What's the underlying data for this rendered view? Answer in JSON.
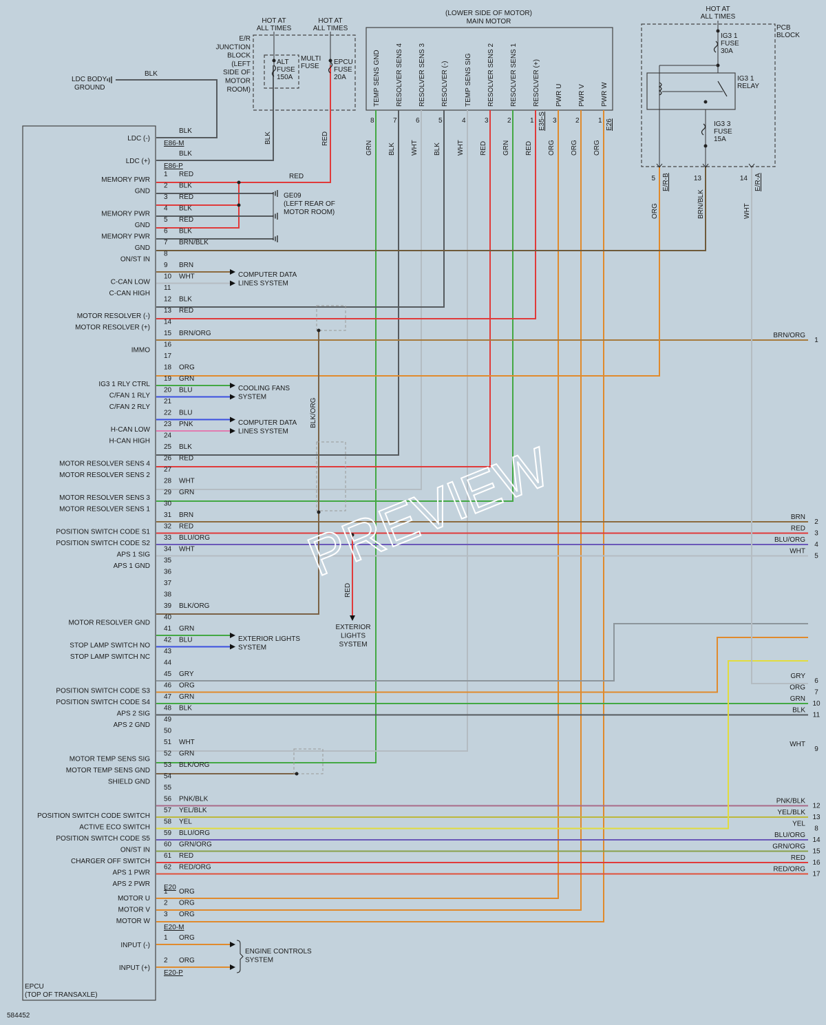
{
  "diagram_id": "584452",
  "watermark": "PREVIEW",
  "epcu": {
    "title": "EPCU",
    "subtitle": "(TOP OF TRANSAXLE)"
  },
  "ldc": {
    "body_ground_line1": "LDC BODY",
    "body_ground_line2": "GROUND",
    "minus_label": "LDC (-)",
    "plus_label": "LDC (+)",
    "minus_connector": "E86-M",
    "plus_connector": "E86-P",
    "minus_wire": "BLK",
    "plus_wire": "BLK",
    "ground_wire": "BLK",
    "vertical_wire": "BLK"
  },
  "hot_labels": {
    "hot1": "HOT AT",
    "all1": "ALL TIMES",
    "hot2": "HOT AT",
    "all2": "ALL TIMES",
    "hot3": "HOT AT",
    "all3": "ALL TIMES"
  },
  "junction_block": [
    "E/R",
    "JUNCTION",
    "BLOCK",
    "(LEFT",
    "SIDE OF",
    "MOTOR",
    "ROOM)"
  ],
  "fuses": {
    "alt": [
      "ALT",
      "FUSE",
      "150A"
    ],
    "multi": [
      "MULTI",
      "FUSE"
    ],
    "epcu": [
      "EPCU",
      "FUSE",
      "20A"
    ],
    "ig31": [
      "IG3 1",
      "FUSE",
      "30A"
    ],
    "ig33": [
      "IG3 3",
      "FUSE",
      "15A"
    ],
    "relay": [
      "IG3 1",
      "RELAY"
    ]
  },
  "pcb_block": [
    "PCB",
    "BLOCK"
  ],
  "epcu_fuse_wire": "RED",
  "ground_ge09": [
    "GE09",
    "(LEFT REAR OF",
    "MOTOR ROOM)"
  ],
  "main_motor": {
    "title1": "(LOWER SIDE OF MOTOR)",
    "title2": "MAIN MOTOR",
    "pins": [
      {
        "name": "TEMP SENS GND",
        "pin": "8",
        "wire": "GRN"
      },
      {
        "name": "RESOLVER SENS 4",
        "pin": "7",
        "wire": "BLK"
      },
      {
        "name": "RESOLVER SENS 3",
        "pin": "6",
        "wire": "WHT"
      },
      {
        "name": "RESOLVER (-)",
        "pin": "5",
        "wire": "BLK"
      },
      {
        "name": "TEMP SENS SIG",
        "pin": "4",
        "wire": "WHT"
      },
      {
        "name": "RESOLVER SENS 2",
        "pin": "3",
        "wire": "RED"
      },
      {
        "name": "RESOLVER SENS 1",
        "pin": "2",
        "wire": "GRN"
      },
      {
        "name": "RESOLVER (+)",
        "pin": "1",
        "wire": "RED"
      },
      {
        "name": "PWR U",
        "pin": "3",
        "wire": "ORG"
      },
      {
        "name": "PWR V",
        "pin": "2",
        "wire": "ORG"
      },
      {
        "name": "PWR W",
        "pin": "1",
        "wire": "ORG"
      }
    ],
    "connector_signal": "E35-S",
    "connector_power": "E26"
  },
  "pcb_pins": [
    {
      "pin": "5",
      "connector": "E/R-B",
      "wire": "ORG"
    },
    {
      "pin": "13",
      "connector": "",
      "wire": "BRN/BLK"
    },
    {
      "pin": "14",
      "connector": "E/R-A",
      "wire": "WHT"
    }
  ],
  "blk_org_vertical": "BLK/ORG",
  "red_vertical": "RED",
  "exterior_lights_dest": [
    "EXTERIOR",
    "LIGHTS",
    "SYSTEM"
  ],
  "e20_pins": [
    {
      "pin": "1",
      "label": "MEMORY PWR",
      "wire": "RED"
    },
    {
      "pin": "2",
      "label": "GND",
      "wire": "BLK"
    },
    {
      "pin": "3",
      "label": "",
      "wire": "RED"
    },
    {
      "pin": "4",
      "label": "MEMORY PWR",
      "wire": "BLK"
    },
    {
      "pin": "5",
      "label": "GND",
      "wire": "RED"
    },
    {
      "pin": "6",
      "label": "MEMORY PWR",
      "wire": "BLK"
    },
    {
      "pin": "7",
      "label": "GND",
      "wire": "BRN/BLK"
    },
    {
      "pin": "8",
      "label": "ON/ST IN",
      "wire": ""
    },
    {
      "pin": "9",
      "label": "",
      "wire": "BRN"
    },
    {
      "pin": "10",
      "label": "C-CAN LOW",
      "wire": "WHT"
    },
    {
      "pin": "11",
      "label": "C-CAN HIGH",
      "wire": ""
    },
    {
      "pin": "12",
      "label": "",
      "wire": "BLK"
    },
    {
      "pin": "13",
      "label": "MOTOR RESOLVER (-)",
      "wire": "RED"
    },
    {
      "pin": "14",
      "label": "MOTOR RESOLVER (+)",
      "wire": ""
    },
    {
      "pin": "15",
      "label": "",
      "wire": "BRN/ORG"
    },
    {
      "pin": "16",
      "label": "IMMO",
      "wire": ""
    },
    {
      "pin": "17",
      "label": "",
      "wire": ""
    },
    {
      "pin": "18",
      "label": "",
      "wire": "ORG"
    },
    {
      "pin": "19",
      "label": "IG3 1 RLY CTRL",
      "wire": "GRN"
    },
    {
      "pin": "20",
      "label": "C/FAN 1 RLY",
      "wire": "BLU"
    },
    {
      "pin": "21",
      "label": "C/FAN 2 RLY",
      "wire": ""
    },
    {
      "pin": "22",
      "label": "",
      "wire": "BLU"
    },
    {
      "pin": "23",
      "label": "H-CAN LOW",
      "wire": "PNK"
    },
    {
      "pin": "24",
      "label": "H-CAN HIGH",
      "wire": ""
    },
    {
      "pin": "25",
      "label": "",
      "wire": "BLK"
    },
    {
      "pin": "26",
      "label": "MOTOR RESOLVER SENS 4",
      "wire": "RED"
    },
    {
      "pin": "27",
      "label": "MOTOR RESOLVER SENS 2",
      "wire": ""
    },
    {
      "pin": "28",
      "label": "",
      "wire": "WHT"
    },
    {
      "pin": "29",
      "label": "MOTOR RESOLVER SENS 3",
      "wire": "GRN"
    },
    {
      "pin": "30",
      "label": "MOTOR RESOLVER SENS 1",
      "wire": ""
    },
    {
      "pin": "31",
      "label": "",
      "wire": "BRN"
    },
    {
      "pin": "32",
      "label": "POSITION SWITCH CODE S1",
      "wire": "RED"
    },
    {
      "pin": "33",
      "label": "POSITION SWITCH CODE S2",
      "wire": "BLU/ORG"
    },
    {
      "pin": "34",
      "label": "APS 1 SIG",
      "wire": "WHT"
    },
    {
      "pin": "35",
      "label": "APS 1 GND",
      "wire": ""
    },
    {
      "pin": "36",
      "label": "",
      "wire": ""
    },
    {
      "pin": "37",
      "label": "",
      "wire": ""
    },
    {
      "pin": "38",
      "label": "",
      "wire": ""
    },
    {
      "pin": "39",
      "label": "",
      "wire": "BLK/ORG"
    },
    {
      "pin": "40",
      "label": "MOTOR RESOLVER GND",
      "wire": ""
    },
    {
      "pin": "41",
      "label": "",
      "wire": "GRN"
    },
    {
      "pin": "42",
      "label": "STOP LAMP SWITCH NO",
      "wire": "BLU"
    },
    {
      "pin": "43",
      "label": "STOP LAMP SWITCH NC",
      "wire": ""
    },
    {
      "pin": "44",
      "label": "",
      "wire": ""
    },
    {
      "pin": "45",
      "label": "",
      "wire": "GRY"
    },
    {
      "pin": "46",
      "label": "POSITION SWITCH CODE S3",
      "wire": "ORG"
    },
    {
      "pin": "47",
      "label": "POSITION SWITCH CODE S4",
      "wire": "GRN"
    },
    {
      "pin": "48",
      "label": "APS 2 SIG",
      "wire": "BLK"
    },
    {
      "pin": "49",
      "label": "APS 2 GND",
      "wire": ""
    },
    {
      "pin": "50",
      "label": "",
      "wire": ""
    },
    {
      "pin": "51",
      "label": "",
      "wire": "WHT"
    },
    {
      "pin": "52",
      "label": "MOTOR TEMP SENS SIG",
      "wire": "GRN"
    },
    {
      "pin": "53",
      "label": "MOTOR TEMP SENS GND",
      "wire": "BLK/ORG"
    },
    {
      "pin": "54",
      "label": "SHIELD GND",
      "wire": ""
    },
    {
      "pin": "55",
      "label": "",
      "wire": ""
    },
    {
      "pin": "56",
      "label": "",
      "wire": "PNK/BLK"
    },
    {
      "pin": "57",
      "label": "POSITION SWITCH CODE SWITCH",
      "wire": "YEL/BLK"
    },
    {
      "pin": "58",
      "label": "ACTIVE ECO SWITCH",
      "wire": "YEL"
    },
    {
      "pin": "59",
      "label": "POSITION SWITCH CODE S5",
      "wire": "BLU/ORG"
    },
    {
      "pin": "60",
      "label": "ON/ST IN",
      "wire": "GRN/ORG"
    },
    {
      "pin": "61",
      "label": "CHARGER OFF SWITCH",
      "wire": "RED"
    },
    {
      "pin": "62",
      "label": "APS 1 PWR",
      "wire": "RED/ORG"
    }
  ],
  "e20_last_label": "APS 2 PWR",
  "e20_connector": "E20",
  "e20m_pins": [
    {
      "pin": "1",
      "label": "MOTOR U",
      "wire": "ORG"
    },
    {
      "pin": "2",
      "label": "MOTOR V",
      "wire": "ORG"
    },
    {
      "pin": "3",
      "label": "MOTOR W",
      "wire": "ORG"
    }
  ],
  "e20m_connector": "E20-M",
  "e20p_pins": [
    {
      "pin": "1",
      "label": "INPUT (-)",
      "wire": "ORG"
    },
    {
      "pin": "2",
      "label": "INPUT (+)",
      "wire": "ORG"
    }
  ],
  "e20p_connector": "E20-P",
  "destinations": {
    "computer_data1": [
      "COMPUTER DATA",
      "LINES SYSTEM"
    ],
    "cooling_fans": [
      "COOLING FANS",
      "SYSTEM"
    ],
    "computer_data2": [
      "COMPUTER DATA",
      "LINES SYSTEM"
    ],
    "exterior_lights": [
      "EXTERIOR LIGHTS",
      "SYSTEM"
    ],
    "engine_controls": [
      "ENGINE CONTROLS",
      "SYSTEM"
    ]
  },
  "right_edge": [
    {
      "num": "1",
      "wire": "BRN/ORG"
    },
    {
      "num": "2",
      "wire": "BRN"
    },
    {
      "num": "3",
      "wire": "RED"
    },
    {
      "num": "4",
      "wire": "BLU/ORG"
    },
    {
      "num": "5",
      "wire": "WHT"
    },
    {
      "num": "6",
      "wire": "GRY"
    },
    {
      "num": "7",
      "wire": "ORG"
    },
    {
      "num": "8",
      "wire": "YEL"
    },
    {
      "num": "9",
      "wire": "WHT"
    },
    {
      "num": "10",
      "wire": "GRN"
    },
    {
      "num": "11",
      "wire": "BLK"
    },
    {
      "num": "12",
      "wire": "PNK/BLK"
    },
    {
      "num": "13",
      "wire": "YEL/BLK"
    },
    {
      "num": "14",
      "wire": "BLU/ORG"
    },
    {
      "num": "15",
      "wire": "GRN/ORG"
    },
    {
      "num": "16",
      "wire": "RED"
    },
    {
      "num": "17",
      "wire": "RED/ORG"
    }
  ],
  "colors": {
    "RED": "#e03a3a",
    "BLK": "#555a5e",
    "GRN": "#43a843",
    "WHT": "#b4bcc2",
    "ORG": "#e08a2c",
    "BRN": "#8b6a3e",
    "BLU": "#3b4fe0",
    "PNK": "#e27ab0",
    "GRY": "#8c959b",
    "YEL": "#e2dc3c",
    "BRN/BLK": "#6e5a3a",
    "BRN/ORG": "#a67a3c",
    "BLK/ORG": "#7a6246",
    "BLU/ORG": "#6a58b8",
    "PNK/BLK": "#a86a88",
    "YEL/BLK": "#bcb83a",
    "GRN/ORG": "#88a04a",
    "RED/ORG": "#e0503a"
  }
}
